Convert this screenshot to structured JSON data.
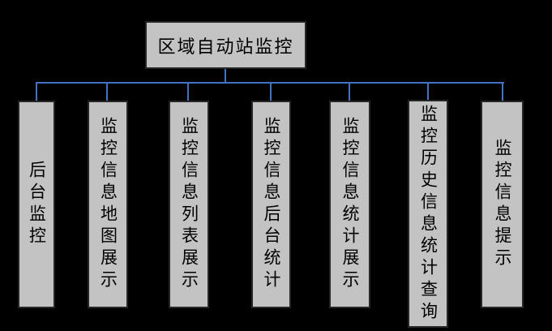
{
  "diagram": {
    "title": "区域自动站监控",
    "root": {
      "label": "区域自动站监控"
    },
    "children": [
      {
        "label": "后台监控"
      },
      {
        "label": "监控信息地图展示"
      },
      {
        "label": "监控信息列表展示"
      },
      {
        "label": "监控信息后台统计"
      },
      {
        "label": "监控信息统计展示"
      },
      {
        "label": "监控历史信息统计查询"
      },
      {
        "label": "监控信息提示"
      }
    ],
    "colors": {
      "background": "#000000",
      "connector": "#4472c4",
      "node_fill": "#c3c3c3",
      "node_border": "#262626",
      "text": "#000000"
    }
  }
}
